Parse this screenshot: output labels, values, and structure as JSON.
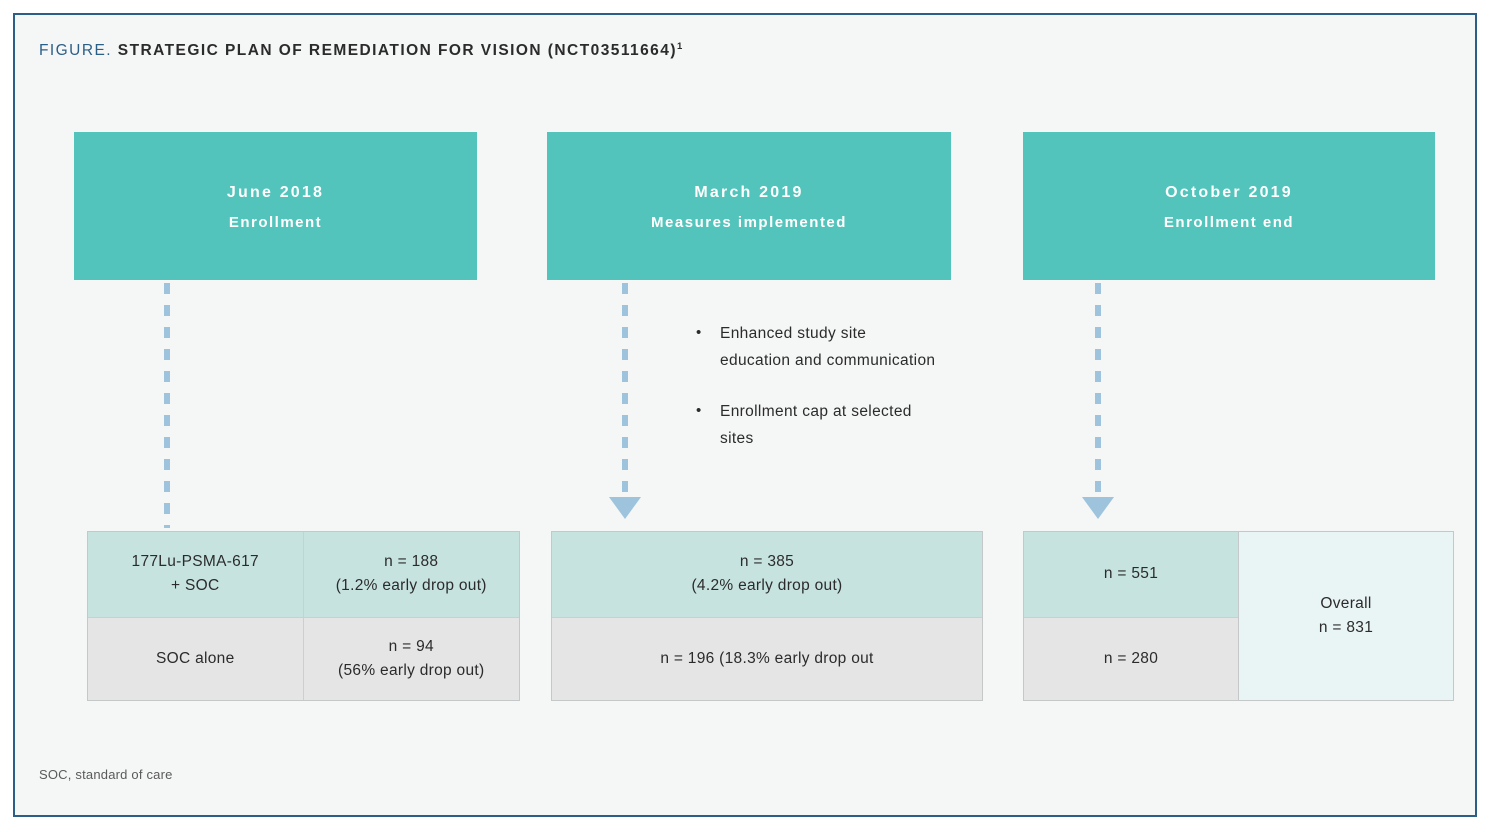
{
  "figure": {
    "label": "FIGURE.",
    "title": "STRATEGIC PLAN OF REMEDIATION FOR VISION (NCT03511664)",
    "title_superscript": "1",
    "footnote": "SOC, standard of care",
    "colors": {
      "frame_border": "#2c5f87",
      "page_background": "#f5f6f6",
      "milestone_teal": "#52c4bb",
      "cell_mint": "#c6e3e0",
      "cell_gray": "#e5e5e5",
      "cell_overall": "#e9f4f4",
      "connector_blue": "#9dc3dd",
      "label_blue": "#2c5f87"
    }
  },
  "columns": [
    {
      "milestone": {
        "date": "June 2018",
        "label": "Enrollment"
      },
      "connector": {
        "style": "dashed",
        "arrowhead": false
      },
      "bullets": [],
      "databox": {
        "layout": "label-value",
        "rows": [
          {
            "label": "177Lu-PSMA-617\n+ SOC",
            "value": "n = 188\n(1.2% early drop out)",
            "tone": "mint"
          },
          {
            "label": "SOC alone",
            "value": "n = 94\n(56% early drop out)",
            "tone": "gray"
          }
        ]
      }
    },
    {
      "milestone": {
        "date": "March 2019",
        "label": "Measures implemented"
      },
      "connector": {
        "style": "dashed",
        "arrowhead": true
      },
      "bullets": [
        "Enhanced study site education and communication",
        "Enrollment cap at selected sites"
      ],
      "databox": {
        "layout": "full-width",
        "rows": [
          {
            "value": "n = 385\n(4.2% early drop out)",
            "tone": "mint"
          },
          {
            "value": "n = 196 (18.3% early drop out",
            "tone": "gray"
          }
        ]
      }
    },
    {
      "milestone": {
        "date": "October 2019",
        "label": "Enrollment end"
      },
      "connector": {
        "style": "dashed",
        "arrowhead": true
      },
      "bullets": [],
      "databox": {
        "layout": "count-overall",
        "rows": [
          {
            "value": "n = 551",
            "tone": "mint"
          },
          {
            "value": "n = 280",
            "tone": "gray"
          }
        ],
        "overall": {
          "caption": "Overall",
          "value": "n = 831"
        }
      }
    }
  ]
}
